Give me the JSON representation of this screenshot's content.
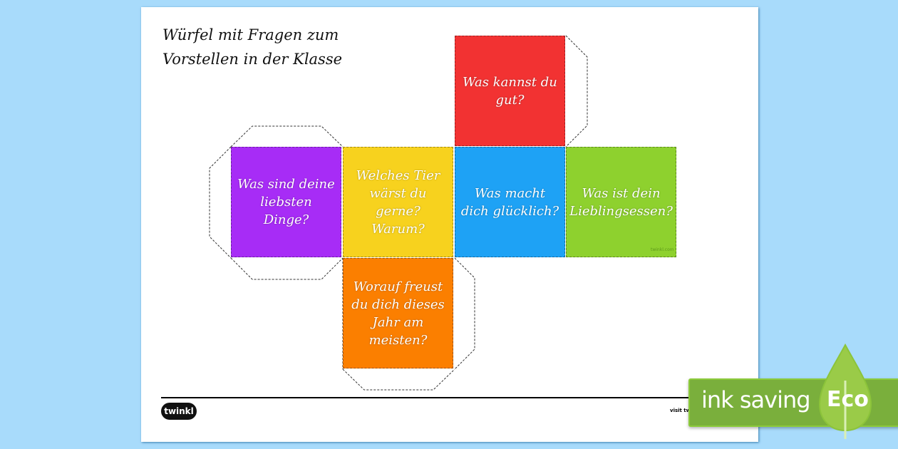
{
  "title": {
    "line1": "Würfel mit Fragen zum",
    "line2": "Vorstellen in der Klasse"
  },
  "faces": [
    {
      "text": "Was kannst du gut?",
      "color": "#f23232"
    },
    {
      "text": "Was sind deine liebsten Dinge?",
      "color": "#a72cf6"
    },
    {
      "text": "Welches Tier wärst du gerne? Warum?",
      "color": "#f7d21e"
    },
    {
      "text": "Was macht dich glücklich?",
      "color": "#1ea2f5"
    },
    {
      "text": "Was ist dein Lieblingsessen?",
      "color": "#8ed12e"
    },
    {
      "text": "Worauf freust du dich dieses Jahr am meisten?",
      "color": "#fb7f00"
    }
  ],
  "footer": {
    "logo": "twinkl",
    "visit": "visit tw",
    "watermark": "twinkl.com"
  },
  "badge": {
    "label": "ink saving",
    "eco": "Eco"
  }
}
